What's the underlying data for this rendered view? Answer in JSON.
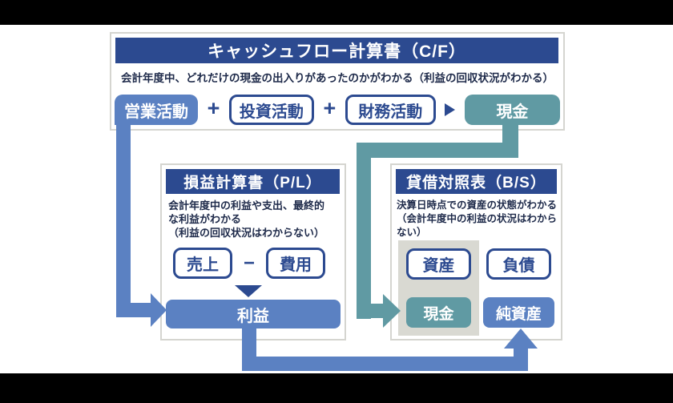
{
  "colors": {
    "navy": "#2c4a90",
    "blue": "#5b81c2",
    "teal": "#609aa3",
    "panel_gray": "#d9d9d2",
    "card_border": "#d5d5d0",
    "description_text": "#1e2a4a",
    "background": "#000000",
    "canvas": "#ffffff"
  },
  "icons": {
    "plus": "+",
    "minus": "−",
    "arrow_right": "▶",
    "arrow_down": "▼"
  },
  "cash_flow_statement": {
    "title": "キャッシュフロー計算書（C/F）",
    "description": "会計年度中、どれだけの現金の出入りがあったのかがわかる（利益の回収状況がわかる）",
    "boxes": {
      "operating": "営業活動",
      "investing": "投資活動",
      "financing": "財務活動",
      "cash": "現金"
    }
  },
  "profit_loss_statement": {
    "title": "損益計算書（P/L）",
    "description": "会計年度中の利益や支出、最終的\nな利益がわかる\n（利益の回収状況はわからない）",
    "boxes": {
      "sales": "売上",
      "expenses": "費用",
      "profit": "利益"
    }
  },
  "balance_sheet": {
    "title": "貸借対照表（B/S）",
    "description": "決算日時点での資産の状態がわかる\n（会計年度中の利益の状況はわからない）",
    "boxes": {
      "assets": "資産",
      "liabilities": "負債",
      "cash": "現金",
      "net_assets": "純資産"
    }
  }
}
